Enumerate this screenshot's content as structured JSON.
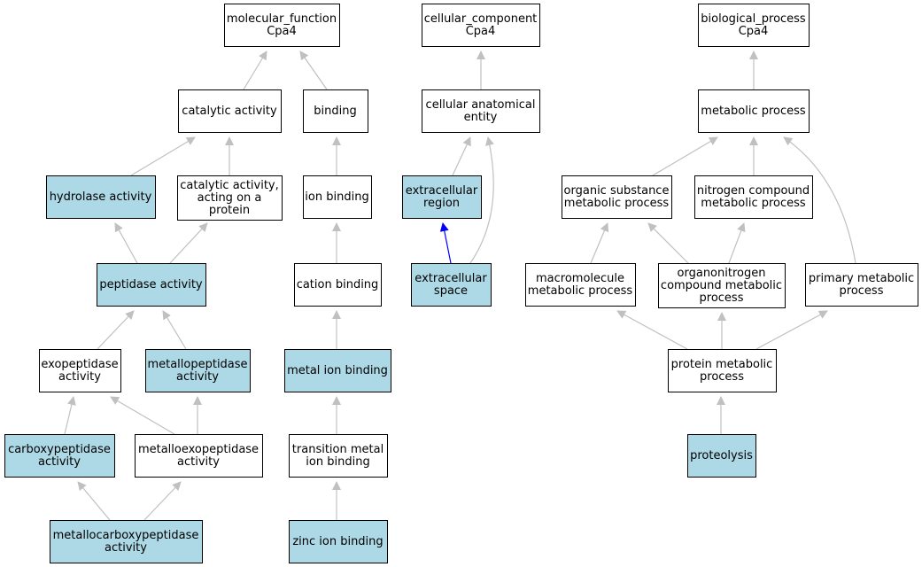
{
  "colors": {
    "plain": "#ffffff",
    "highlight": "#add8e6",
    "edge": "#c0c0c0",
    "edge_emphasis": "#0000ff"
  },
  "nodes": [
    {
      "id": "mf",
      "lines": [
        "molecular_function",
        "Cpa4"
      ],
      "highlight": false
    },
    {
      "id": "cc",
      "lines": [
        "cellular_component",
        "Cpa4"
      ],
      "highlight": false
    },
    {
      "id": "bp",
      "lines": [
        "biological_process",
        "Cpa4"
      ],
      "highlight": false
    },
    {
      "id": "catalytic",
      "lines": [
        "catalytic activity"
      ],
      "highlight": false
    },
    {
      "id": "binding",
      "lines": [
        "binding"
      ],
      "highlight": false
    },
    {
      "id": "cae",
      "lines": [
        "cellular anatomical",
        "entity"
      ],
      "highlight": false
    },
    {
      "id": "metabolic",
      "lines": [
        "metabolic process"
      ],
      "highlight": false
    },
    {
      "id": "hydrolase",
      "lines": [
        "hydrolase activity"
      ],
      "highlight": true
    },
    {
      "id": "catprot",
      "lines": [
        "catalytic activity,",
        "acting on a",
        "protein"
      ],
      "highlight": false
    },
    {
      "id": "ionbinding",
      "lines": [
        "ion binding"
      ],
      "highlight": false
    },
    {
      "id": "exregion",
      "lines": [
        "extracellular",
        "region"
      ],
      "highlight": true
    },
    {
      "id": "organic",
      "lines": [
        "organic substance",
        "metabolic process"
      ],
      "highlight": false
    },
    {
      "id": "nitrogen",
      "lines": [
        "nitrogen compound",
        "metabolic process"
      ],
      "highlight": false
    },
    {
      "id": "peptidase",
      "lines": [
        "peptidase activity"
      ],
      "highlight": true
    },
    {
      "id": "cation",
      "lines": [
        "cation binding"
      ],
      "highlight": false
    },
    {
      "id": "exspace",
      "lines": [
        "extracellular",
        "space"
      ],
      "highlight": true
    },
    {
      "id": "macro",
      "lines": [
        "macromolecule",
        "metabolic process"
      ],
      "highlight": false
    },
    {
      "id": "organonitro",
      "lines": [
        "organonitrogen",
        "compound metabolic",
        "process"
      ],
      "highlight": false
    },
    {
      "id": "primary",
      "lines": [
        "primary metabolic",
        "process"
      ],
      "highlight": false
    },
    {
      "id": "exopep",
      "lines": [
        "exopeptidase",
        "activity"
      ],
      "highlight": false
    },
    {
      "id": "metallopep",
      "lines": [
        "metallopeptidase",
        "activity"
      ],
      "highlight": true
    },
    {
      "id": "metalion",
      "lines": [
        "metal ion binding"
      ],
      "highlight": true
    },
    {
      "id": "protmeta",
      "lines": [
        "protein metabolic",
        "process"
      ],
      "highlight": false
    },
    {
      "id": "carboxy",
      "lines": [
        "carboxypeptidase",
        "activity"
      ],
      "highlight": true
    },
    {
      "id": "metalloexo",
      "lines": [
        "metalloexopeptidase",
        "activity"
      ],
      "highlight": false
    },
    {
      "id": "transition",
      "lines": [
        "transition metal",
        "ion binding"
      ],
      "highlight": false
    },
    {
      "id": "proteolysis",
      "lines": [
        "proteolysis"
      ],
      "highlight": true
    },
    {
      "id": "metallocarboxy",
      "lines": [
        "metallocarboxypeptidase",
        "activity"
      ],
      "highlight": true
    },
    {
      "id": "zinc",
      "lines": [
        "zinc ion binding"
      ],
      "highlight": true
    }
  ],
  "edges": [
    {
      "from": "catalytic",
      "to": "mf"
    },
    {
      "from": "binding",
      "to": "mf"
    },
    {
      "from": "cae",
      "to": "cc"
    },
    {
      "from": "metabolic",
      "to": "bp"
    },
    {
      "from": "hydrolase",
      "to": "catalytic"
    },
    {
      "from": "catprot",
      "to": "catalytic"
    },
    {
      "from": "ionbinding",
      "to": "binding"
    },
    {
      "from": "exregion",
      "to": "cae"
    },
    {
      "from": "exspace",
      "to": "cae"
    },
    {
      "from": "organic",
      "to": "metabolic"
    },
    {
      "from": "nitrogen",
      "to": "metabolic"
    },
    {
      "from": "primary",
      "to": "metabolic"
    },
    {
      "from": "peptidase",
      "to": "hydrolase"
    },
    {
      "from": "peptidase",
      "to": "catprot"
    },
    {
      "from": "cation",
      "to": "ionbinding"
    },
    {
      "from": "exspace",
      "to": "exregion",
      "emphasis": true
    },
    {
      "from": "macro",
      "to": "organic"
    },
    {
      "from": "organonitro",
      "to": "organic"
    },
    {
      "from": "organonitro",
      "to": "nitrogen"
    },
    {
      "from": "exopep",
      "to": "peptidase"
    },
    {
      "from": "metallopep",
      "to": "peptidase"
    },
    {
      "from": "metalion",
      "to": "cation"
    },
    {
      "from": "protmeta",
      "to": "macro"
    },
    {
      "from": "protmeta",
      "to": "organonitro"
    },
    {
      "from": "protmeta",
      "to": "primary"
    },
    {
      "from": "carboxy",
      "to": "exopep"
    },
    {
      "from": "metalloexo",
      "to": "exopep"
    },
    {
      "from": "metalloexo",
      "to": "metallopep"
    },
    {
      "from": "transition",
      "to": "metalion"
    },
    {
      "from": "proteolysis",
      "to": "protmeta"
    },
    {
      "from": "metallocarboxy",
      "to": "carboxy"
    },
    {
      "from": "metallocarboxy",
      "to": "metalloexo"
    },
    {
      "from": "zinc",
      "to": "transition"
    }
  ]
}
